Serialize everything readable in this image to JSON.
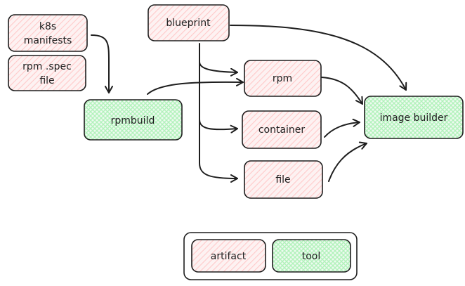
{
  "colors": {
    "artifact_fill": "#ffc9c9",
    "tool_fill": "#b2f2bb",
    "stroke": "#1e1e1e",
    "background": "#ffffff"
  },
  "nodes": {
    "k8s": {
      "label_line1": "k8s",
      "label_line2": "manifests",
      "kind": "artifact"
    },
    "rpmspec": {
      "label_line1": "rpm .spec",
      "label_line2": "file",
      "kind": "artifact"
    },
    "blueprint": {
      "label": "blueprint",
      "kind": "artifact"
    },
    "rpmbuild": {
      "label": "rpmbuild",
      "kind": "tool"
    },
    "rpm": {
      "label": "rpm",
      "kind": "artifact"
    },
    "container": {
      "label": "container",
      "kind": "artifact"
    },
    "file": {
      "label": "file",
      "kind": "artifact"
    },
    "image_builder": {
      "label": "image builder",
      "kind": "tool"
    }
  },
  "edges": [
    {
      "from": "k8s",
      "to": "rpmbuild"
    },
    {
      "from": "rpmbuild",
      "to": "rpm"
    },
    {
      "from": "blueprint",
      "to": "rpm"
    },
    {
      "from": "blueprint",
      "to": "container"
    },
    {
      "from": "blueprint",
      "to": "file"
    },
    {
      "from": "blueprint",
      "to": "image_builder"
    },
    {
      "from": "rpm",
      "to": "image_builder"
    },
    {
      "from": "container",
      "to": "image_builder"
    },
    {
      "from": "file",
      "to": "image_builder"
    }
  ],
  "legend": {
    "artifact_label": "artifact",
    "tool_label": "tool"
  }
}
